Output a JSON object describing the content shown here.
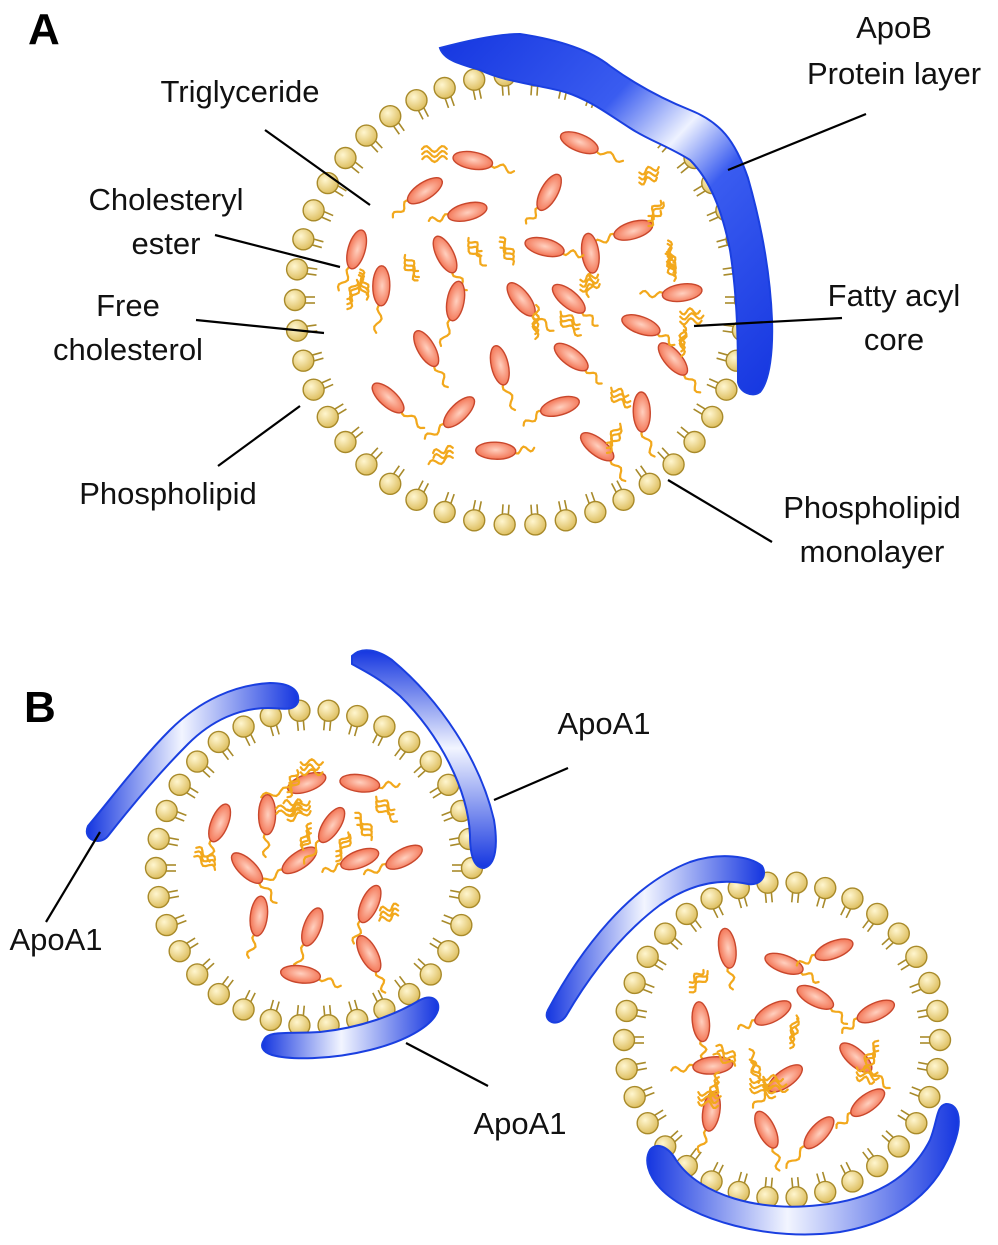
{
  "panel_a": {
    "letter": "A",
    "labels": {
      "triglyceride": "Triglyceride",
      "cholesteryl_1": "Cholesteryl",
      "cholesteryl_2": "ester",
      "free_1": "Free",
      "free_2": "cholesterol",
      "phospholipid": "Phospholipid",
      "apob_1": "ApoB",
      "apob_2": "Protein layer",
      "fatty_1": "Fatty acyl",
      "fatty_2": "core",
      "mono_1": "Phospholipid",
      "mono_2": "monolayer"
    }
  },
  "panel_b": {
    "letter": "B",
    "labels": {
      "apoa1_right": "ApoA1",
      "apoa1_left": "ApoA1",
      "apoa1_bottom": "ApoA1"
    }
  },
  "colors": {
    "phospholipid_head": "#e8cd72",
    "phospholipid_stroke": "#a88a2a",
    "lipid_fill": "#f5775a",
    "lipid_stroke": "#c8472c",
    "tail": "#f2a81c",
    "protein_dark": "#1a3fe0",
    "protein_light": "#e8eeff"
  }
}
